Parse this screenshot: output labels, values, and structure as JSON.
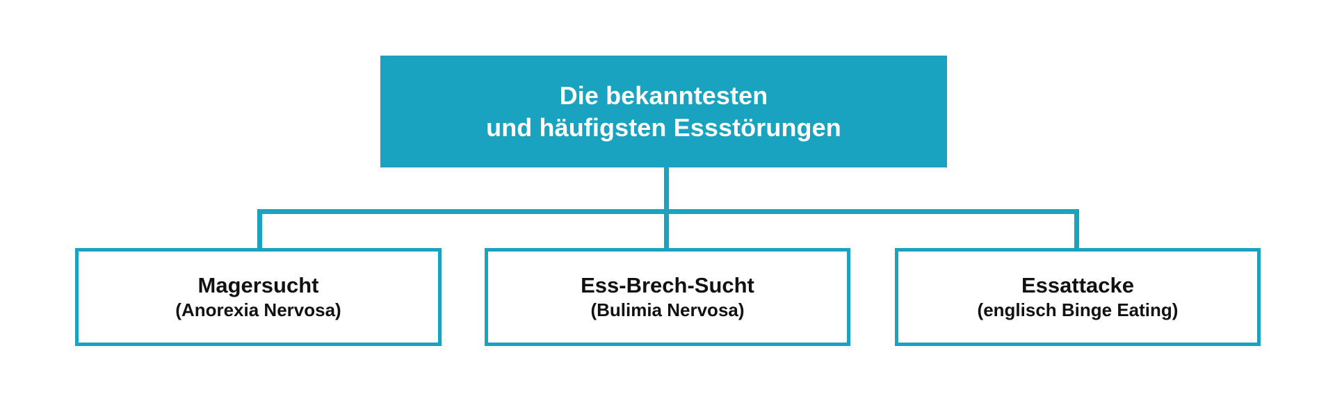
{
  "diagram": {
    "type": "hierarchy-tree",
    "orientation": "top-down",
    "colors": {
      "accent": "#19a3c0",
      "root_fill": "#19a3c0",
      "root_text": "#ffffff",
      "node_fill": "#ffffff",
      "node_border": "#19a3c0",
      "node_text": "#111111",
      "background": "#ffffff"
    },
    "root": {
      "line1": "Die bekanntesten",
      "line2": "und häufigsten Essstörungen"
    },
    "children": [
      {
        "title": "Magersucht",
        "subtitle": "(Anorexia Nervosa)"
      },
      {
        "title": "Ess-Brech-Sucht",
        "subtitle": "(Bulimia Nervosa)"
      },
      {
        "title": "Essattacke",
        "subtitle": "(englisch Binge Eating)"
      }
    ]
  }
}
